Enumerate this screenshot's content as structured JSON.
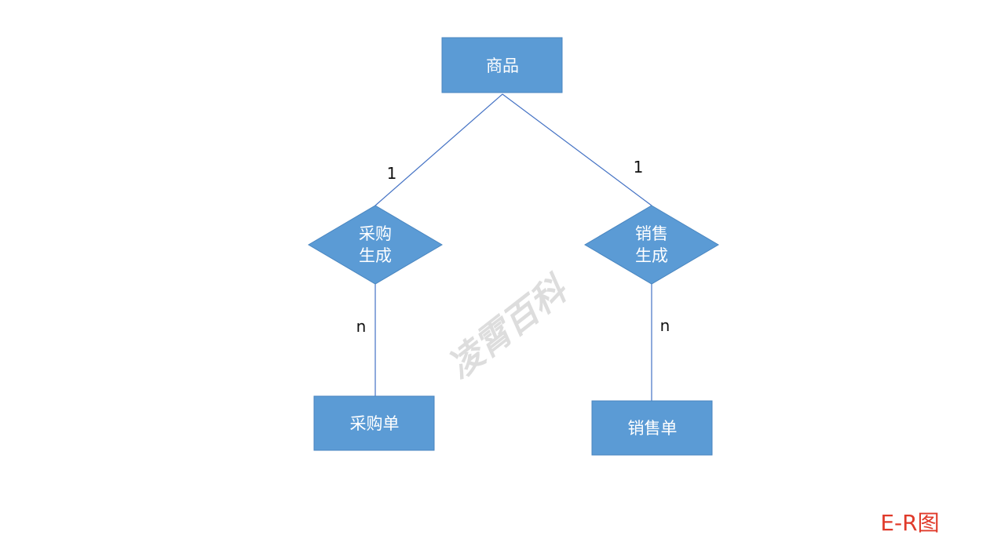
{
  "diagram": {
    "entities": {
      "product": "商品",
      "purchase_order": "采购单",
      "sales_order": "销售单"
    },
    "relations": {
      "purchase": {
        "line1": "采购",
        "line2": "生成"
      },
      "sales": {
        "line1": "销售",
        "line2": "生成"
      }
    },
    "cardinalities": {
      "product_purchase": "1",
      "product_sales": "1",
      "purchase_order": "n",
      "sales_order": "n"
    },
    "caption": "E-R图",
    "watermark": "凌霄百科"
  },
  "colors": {
    "node_fill": "#5b9bd5",
    "edge": "#4472c4",
    "caption": "#e03a2a"
  }
}
